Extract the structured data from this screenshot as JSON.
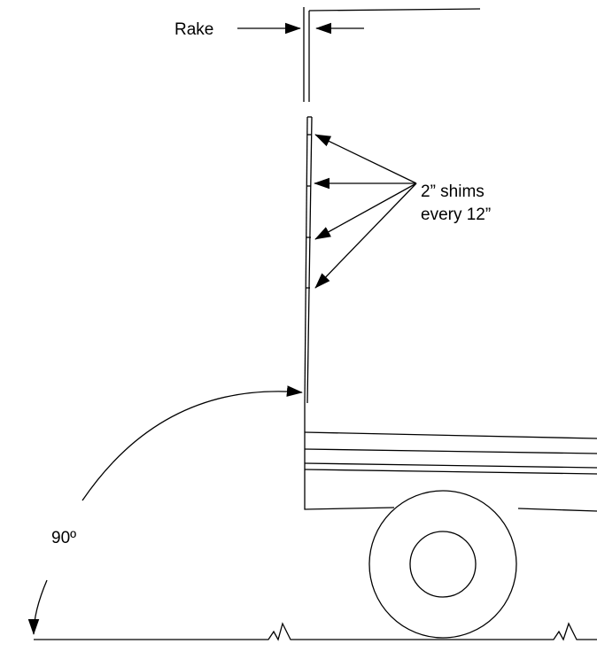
{
  "labels": {
    "rake": "Rake",
    "shims_line1": "2” shims",
    "shims_line2": "every 12”",
    "angle": "90º"
  },
  "colors": {
    "line": "#000000",
    "background": "#ffffff"
  }
}
